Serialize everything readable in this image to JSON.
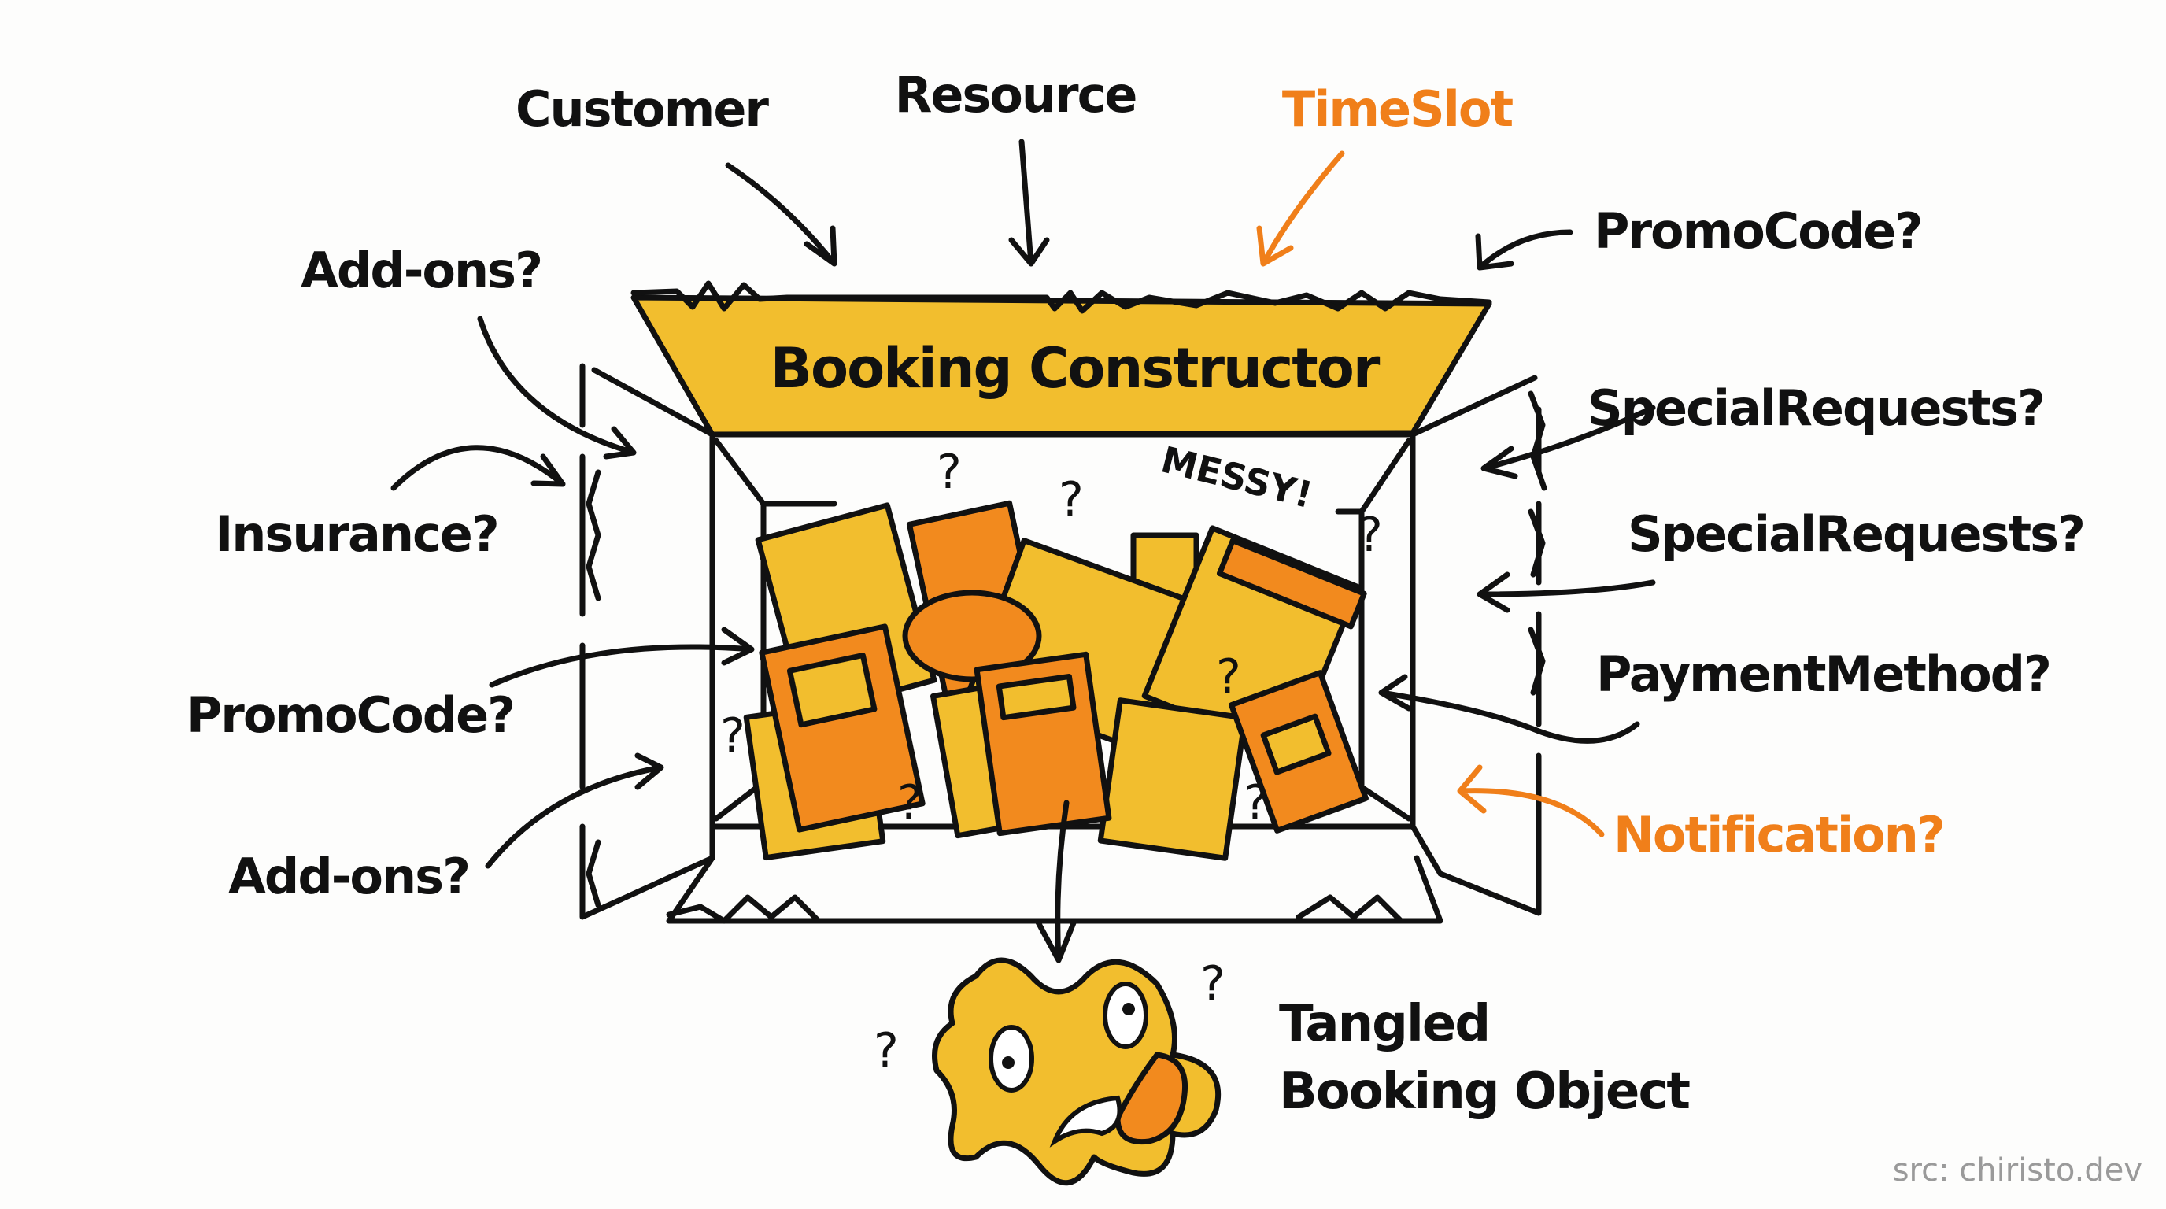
{
  "diagram": {
    "title": "Booking Constructor",
    "annotation": "MESSY!",
    "result_label_line1": "Tangled",
    "result_label_line2": "Booking Object",
    "source_credit": "src: chiristo.dev",
    "inputs_top": [
      {
        "label": "Customer",
        "optional": false,
        "highlight": false
      },
      {
        "label": "Resource",
        "optional": false,
        "highlight": false
      },
      {
        "label": "TimeSlot",
        "optional": false,
        "highlight": true
      }
    ],
    "inputs_left": [
      {
        "label": "Add-ons?",
        "optional": true,
        "highlight": false
      },
      {
        "label": "Insurance?",
        "optional": true,
        "highlight": false
      },
      {
        "label": "PromoCode?",
        "optional": true,
        "highlight": false
      },
      {
        "label": "Add-ons?",
        "optional": true,
        "highlight": false
      }
    ],
    "inputs_right": [
      {
        "label": "PromoCode?",
        "optional": true,
        "highlight": false
      },
      {
        "label": "SpecialRequests?",
        "optional": true,
        "highlight": false
      },
      {
        "label": "SpecialRequests?",
        "optional": true,
        "highlight": false
      },
      {
        "label": "PaymentMethod?",
        "optional": true,
        "highlight": false
      },
      {
        "label": "Notification?",
        "optional": true,
        "highlight": true
      }
    ],
    "colors": {
      "ink": "#111111",
      "yellow": "#f2be2e",
      "orange": "#f28a1e",
      "highlight_text": "#f07f1a",
      "credit_text": "#9a9a9a"
    }
  }
}
